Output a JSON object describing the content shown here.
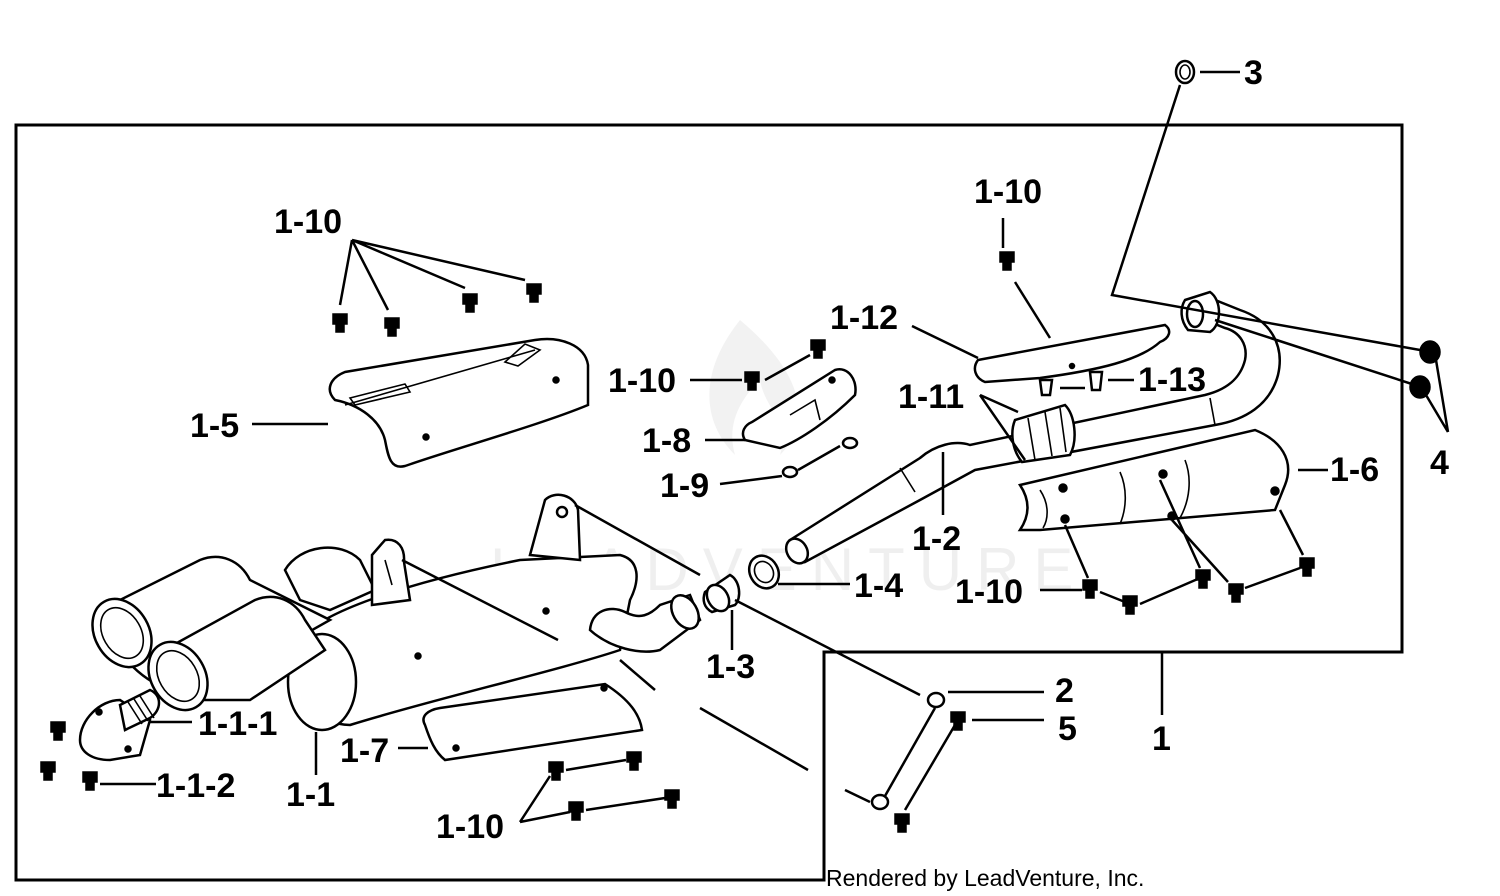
{
  "diagram": {
    "labels": {
      "l1": "1",
      "l1_1": "1-1",
      "l1_1_1": "1-1-1",
      "l1_1_2": "1-1-2",
      "l1_2": "1-2",
      "l1_3": "1-3",
      "l1_4": "1-4",
      "l1_5": "1-5",
      "l1_6": "1-6",
      "l1_7": "1-7",
      "l1_8": "1-8",
      "l1_9": "1-9",
      "l1_10_a": "1-10",
      "l1_10_b": "1-10",
      "l1_10_c": "1-10",
      "l1_10_d": "1-10",
      "l1_10_e": "1-10",
      "l1_11": "1-11",
      "l1_12": "1-12",
      "l1_13": "1-13",
      "l2": "2",
      "l3": "3",
      "l4": "4",
      "l5": "5"
    },
    "credit": "Rendered by LeadVenture, Inc.",
    "watermark": "LEADVENTURE"
  }
}
